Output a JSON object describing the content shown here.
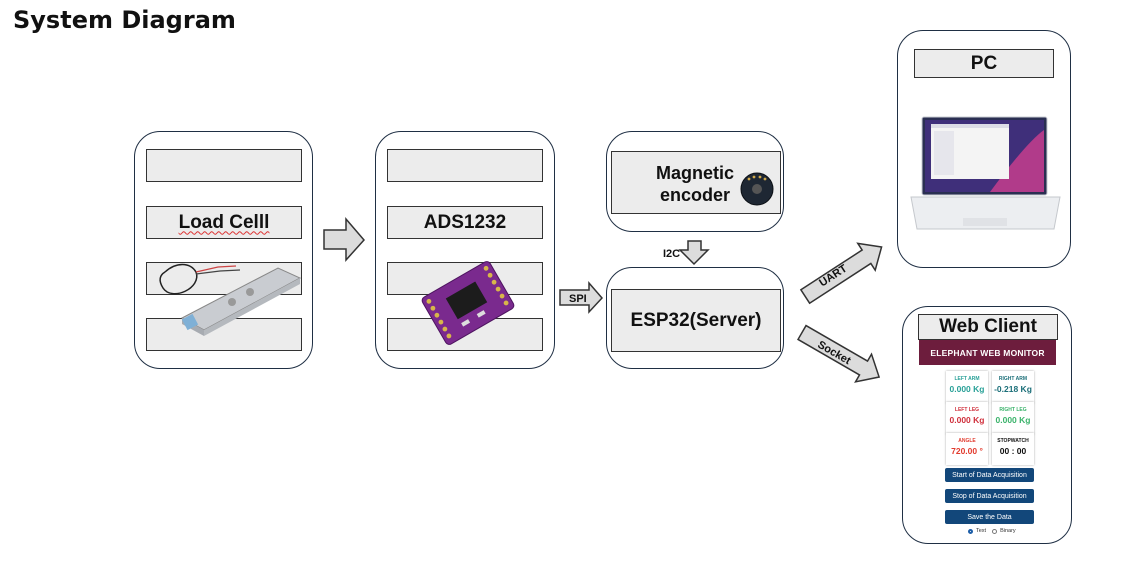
{
  "title": "System Diagram",
  "blocks": {
    "load_cell": "Load Celll",
    "adc": "ADS1232",
    "encoder_line1": "Magnetic",
    "encoder_line2": "encoder",
    "esp32": "ESP32(Server)",
    "pc": "PC",
    "web_client": "Web Client"
  },
  "connections": {
    "spi": "SPI",
    "i2c": "I2C",
    "uart": "UART",
    "socket": "Socket"
  },
  "web_monitor": {
    "header": "ELEPHANT WEB MONITOR",
    "tiles": [
      {
        "label": "LEFT ARM",
        "value": "0.000 Kg",
        "color": "#2aa198"
      },
      {
        "label": "RIGHT ARM",
        "value": "-0.218 Kg",
        "color": "#1a6e78"
      },
      {
        "label": "LEFT LEG",
        "value": "0.000 Kg",
        "color": "#d0303c"
      },
      {
        "label": "RIGHT LEG",
        "value": "0.000 Kg",
        "color": "#3bb36b"
      },
      {
        "label": "ANGLE",
        "value": "720.00 °",
        "color": "#e23b2e"
      },
      {
        "label": "STOPWATCH",
        "value": "00 : 00",
        "color": "#111111"
      }
    ],
    "buttons": [
      "Start of Data Acquisition",
      "Stop of Data Acquisition",
      "Save the Data"
    ],
    "radio_options": [
      "Text",
      "Binary"
    ],
    "radio_selected": "Text"
  },
  "colors": {
    "border": "#1f2f44",
    "bar_fill": "#ececec",
    "header_bg": "#6d1d3d",
    "button_bg": "#12477a"
  }
}
